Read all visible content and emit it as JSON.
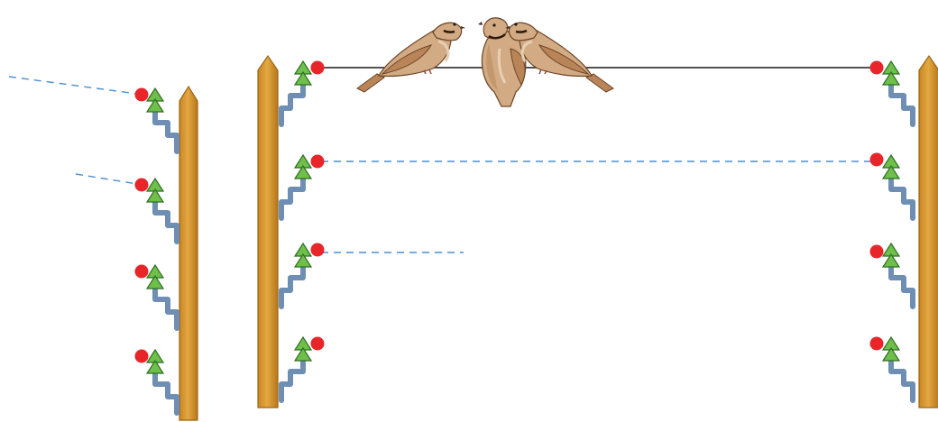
{
  "scene": {
    "description_visible_text": "",
    "colors": {
      "pole_fill": "#d9992f",
      "pole_stroke": "#9a6512",
      "insulator_green": "#6fbf4b",
      "insulator_stroke": "#2f6e22",
      "bracket": "#6e8fb3",
      "red_dot": "#e8262a",
      "wire": "#1a1a1a",
      "dashed_wire": "#4a8fd0",
      "bird_body": "#d2ab84",
      "bird_wing": "#b98558",
      "bird_dark": "#6b4426",
      "bird_breast": "#e6cfb3"
    },
    "icons": [
      "wooden-pole",
      "green-insulator",
      "red-connection-dot",
      "metal-bracket",
      "dove"
    ],
    "poles": [
      {
        "id": "left",
        "levels": 4
      },
      {
        "id": "middle",
        "levels": 4
      },
      {
        "id": "right",
        "levels": 4
      }
    ],
    "wires": [
      {
        "id": "top-solid",
        "style": "solid",
        "from": "middle-level-1",
        "to": "right-level-1",
        "birds_on_wire": 3
      },
      {
        "id": "level-2",
        "style": "dashed",
        "from": "middle-level-2",
        "to": "right-level-2"
      },
      {
        "id": "level-3-partial",
        "style": "dashed",
        "from": "middle-level-3",
        "to": "unconnected"
      },
      {
        "id": "left-1",
        "style": "dashed",
        "from": "offscreen-left",
        "to": "left-level-1"
      },
      {
        "id": "left-2",
        "style": "dashed",
        "from": "offscreen-left",
        "to": "left-level-2"
      }
    ]
  }
}
